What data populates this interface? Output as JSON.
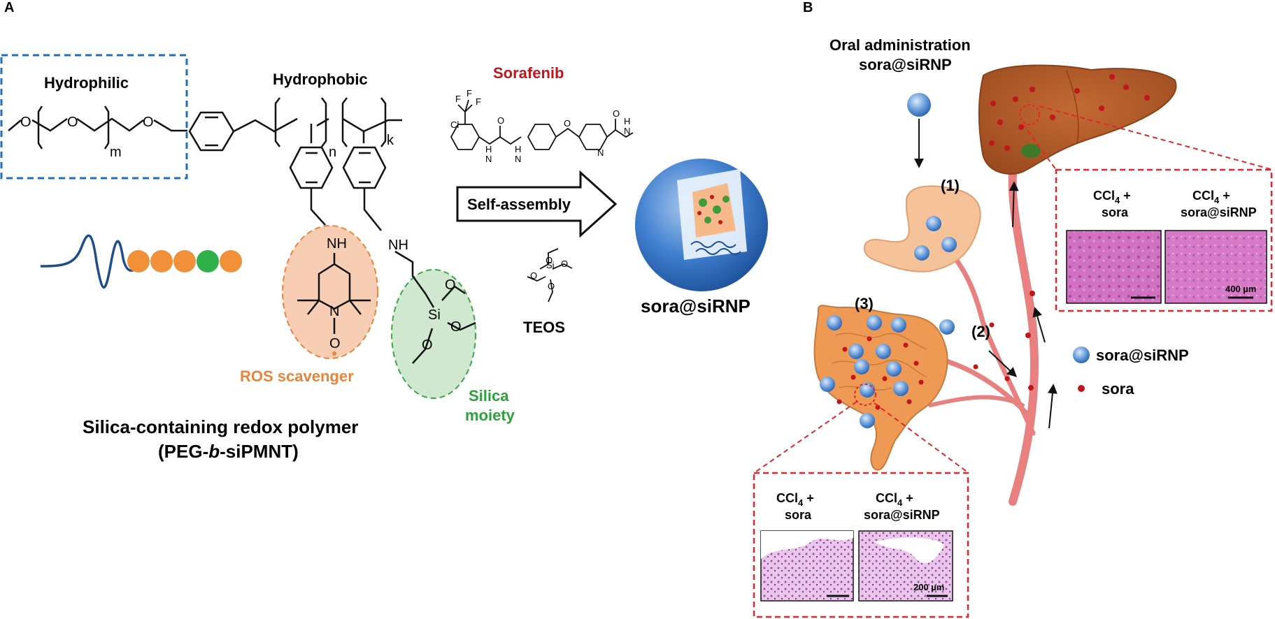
{
  "panels": {
    "a": "A",
    "b": "B"
  },
  "panel_a": {
    "hydrophilic": "Hydrophilic",
    "hydrophobic": "Hydrophobic",
    "sub_m": "m",
    "sub_n": "n",
    "sub_k": "k",
    "atom_o": "O",
    "atom_nh": "NH",
    "atom_n": "N",
    "atom_si": "Si",
    "ros_scavenger": "ROS scavenger",
    "silica_moiety_1": "Silica",
    "silica_moiety_2": "moiety",
    "polymer_title": "Silica-containing redox polymer",
    "polymer_abbrev_prefix": "(PEG-",
    "polymer_abbrev_b": "b",
    "polymer_abbrev_suffix": "-siPMNT)",
    "sorafenib": "Sorafenib",
    "self_assembly": "Self-assembly",
    "teos": "TEOS",
    "nanoparticle": "sora@siRNP",
    "sorafenib_atoms": {
      "f": "F",
      "cl": "Cl",
      "h": "H",
      "n": "N",
      "o": "O"
    },
    "teos_atoms": {
      "o": "O",
      "si": "Si"
    }
  },
  "panel_b": {
    "oral_1": "Oral administration",
    "oral_2": "sora@siRNP",
    "step_1": "(1)",
    "step_2": "(2)",
    "step_3": "(3)",
    "legend_nanoparticle": "sora@siRNP",
    "legend_drug": "sora",
    "liver_inset": {
      "left_title_1": "CCl",
      "left_title_sub": "4",
      "left_title_2": " +",
      "left_title_3": "sora",
      "right_title_1": "CCl",
      "right_title_sub": "4",
      "right_title_2": " +",
      "right_title_3": "sora@siRNP",
      "scale_bar": "400 µm"
    },
    "intestine_inset": {
      "left_title_1": "CCl",
      "left_title_sub": "4",
      "left_title_2": " +",
      "left_title_3": "sora",
      "right_title_1": "CCl",
      "right_title_sub": "4",
      "right_title_2": " +",
      "right_title_3": "sora@siRNP",
      "scale_bar": "200 µm"
    }
  },
  "colors": {
    "peg_box": "#1f6fbf",
    "ros_fill": "#f7cdb4",
    "ros_border": "#e8853a",
    "ros_text": "#e8853a",
    "silica_fill": "#cfe8cf",
    "silica_border": "#3aa84a",
    "silica_text": "#2fa13b",
    "sorafenib_text": "#c0161c",
    "inset_border": "#e3262b",
    "vessel": "#e88080",
    "liver": "#b35c2c",
    "stomach": "#f5c29a",
    "intestine": "#ee9a55",
    "drug_dot": "#c0161c",
    "nanoparticle": "#3a78c8",
    "wave": "#1f4e8c",
    "bead_orange": "#f0913a",
    "bead_green": "#2fb04a"
  }
}
